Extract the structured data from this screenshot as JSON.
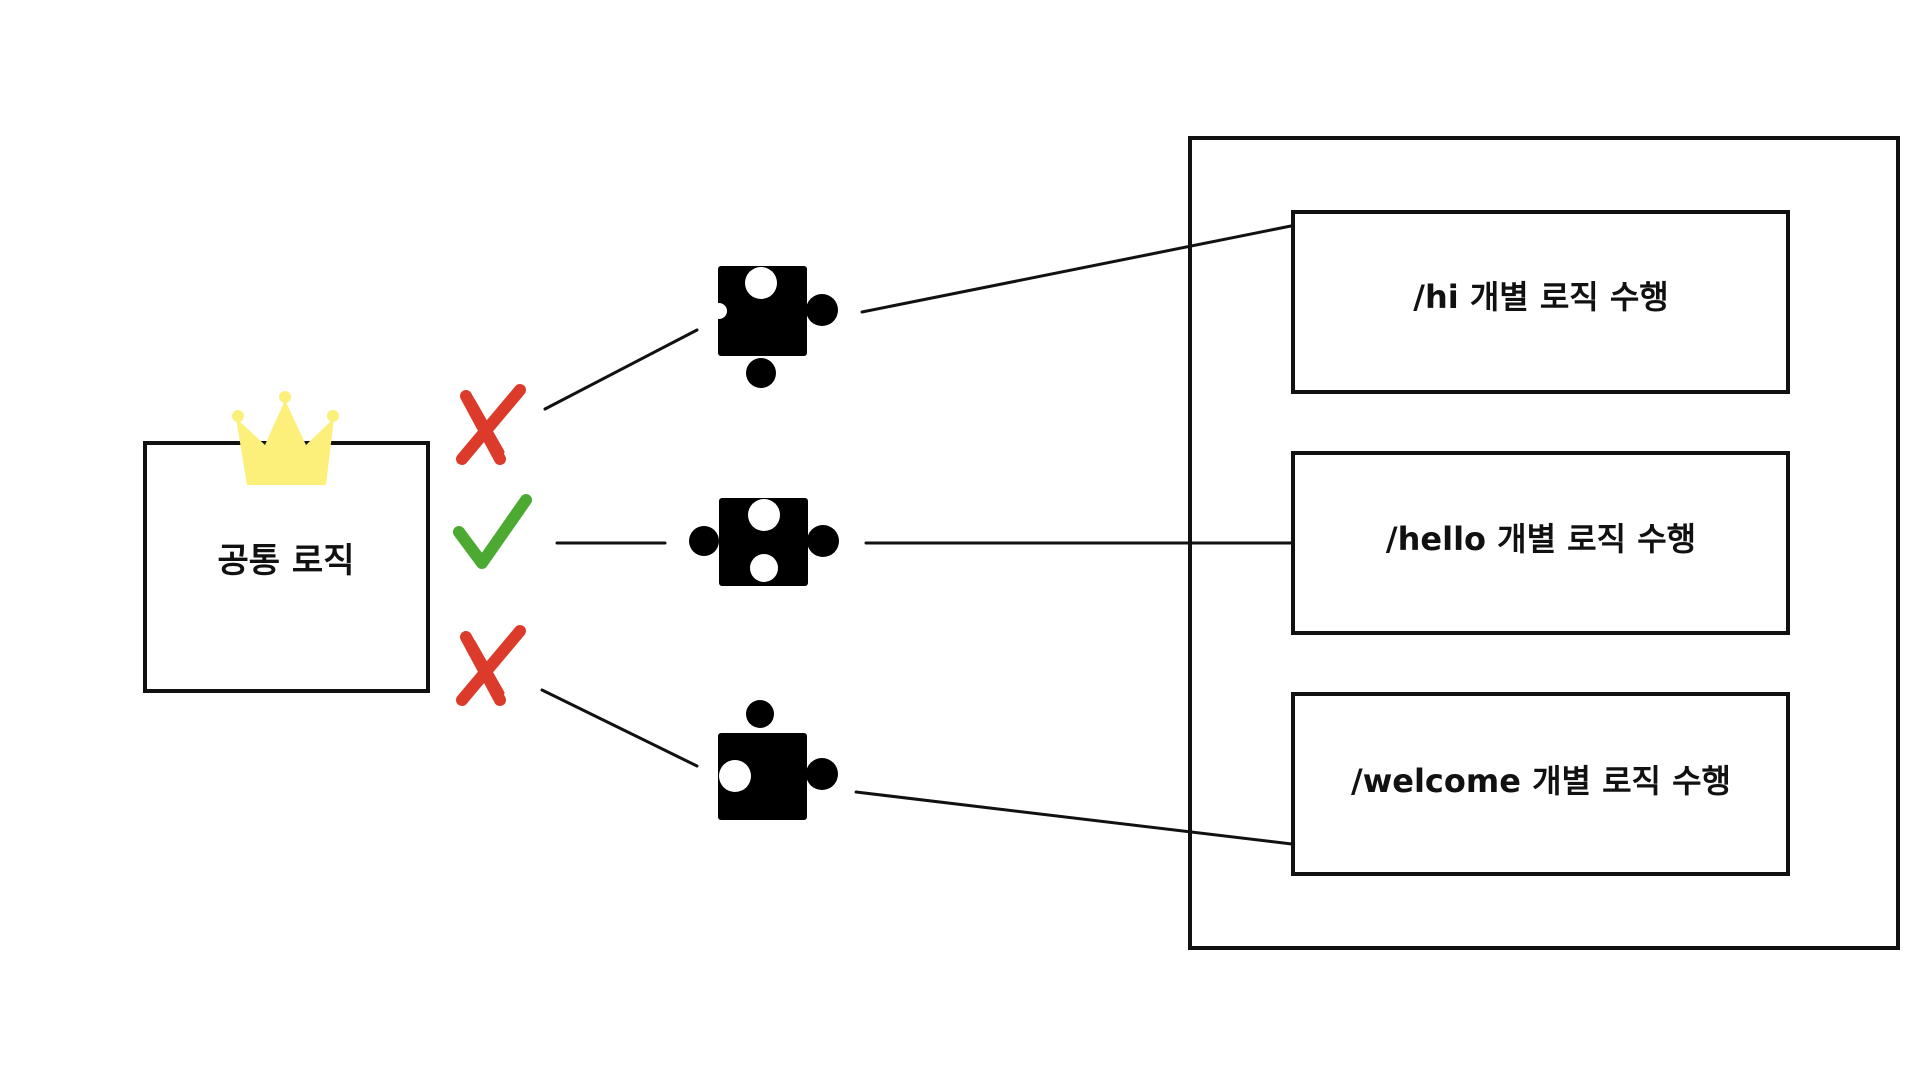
{
  "common_box": {
    "label": "공통 로직",
    "crown_icon": "crown-icon",
    "crown_color": "#fdf07a"
  },
  "filters": [
    {
      "state": "rejected",
      "icon": "cross-icon",
      "color": "#dc3a2a"
    },
    {
      "state": "accepted",
      "icon": "check-icon",
      "color": "#4caa32"
    },
    {
      "state": "rejected",
      "icon": "cross-icon",
      "color": "#dc3a2a"
    }
  ],
  "puzzle_icon": "puzzle-piece-icon",
  "container": {
    "items": [
      {
        "label": "/hi 개별 로직 수행"
      },
      {
        "label": "/hello 개별 로직 수행"
      },
      {
        "label": "/welcome 개별 로직 수행"
      }
    ]
  },
  "colors": {
    "stroke": "#111111",
    "background": "#ffffff"
  }
}
